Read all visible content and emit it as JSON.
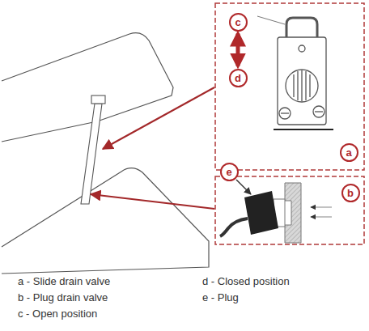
{
  "diagram": {
    "nodes": [
      {
        "text": [
          "c"
        ]
      },
      {
        "text": [
          "d"
        ]
      },
      {
        "text": [
          "a"
        ]
      },
      {
        "text": [
          "e"
        ]
      },
      {
        "text": [
          "b"
        ]
      }
    ],
    "edges": [
      {
        "from": 0,
        "to": 1,
        "arrow": "both"
      }
    ],
    "labels": [
      "a - Slide drain valve",
      "b - Plug drain valve",
      "c - Open position",
      "d - Closed position",
      "e - Plug"
    ]
  }
}
